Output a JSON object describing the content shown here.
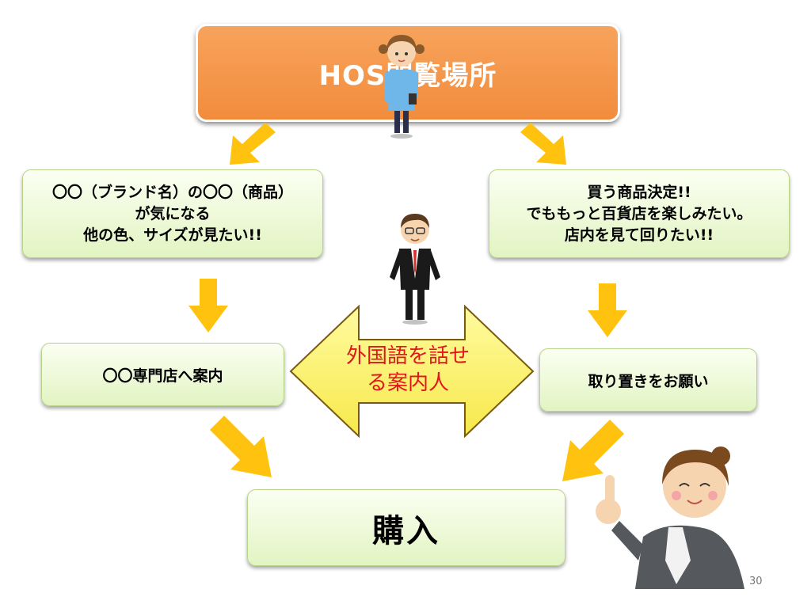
{
  "top": {
    "title": "HOS閲覧場所"
  },
  "boxes": {
    "top_left": "〇〇（ブランド名）の〇〇（商品）\nが気になる\n他の色、サイズが見たい!!",
    "top_right": "買う商品決定!!\nでももっと百貨店を楽しみたい。\n店内を見て回りたい!!",
    "mid_left": "〇〇専門店へ案内",
    "mid_right": "取り置きをお願い",
    "bottom": "購入"
  },
  "center": {
    "label": "外国語を話せ\nる案内人"
  },
  "page_number": "30",
  "colors": {
    "orange_box": "#f28c3c",
    "arrow": "#ffc20e",
    "red_text": "#e0161b",
    "box_green": "#e2f4c2"
  }
}
